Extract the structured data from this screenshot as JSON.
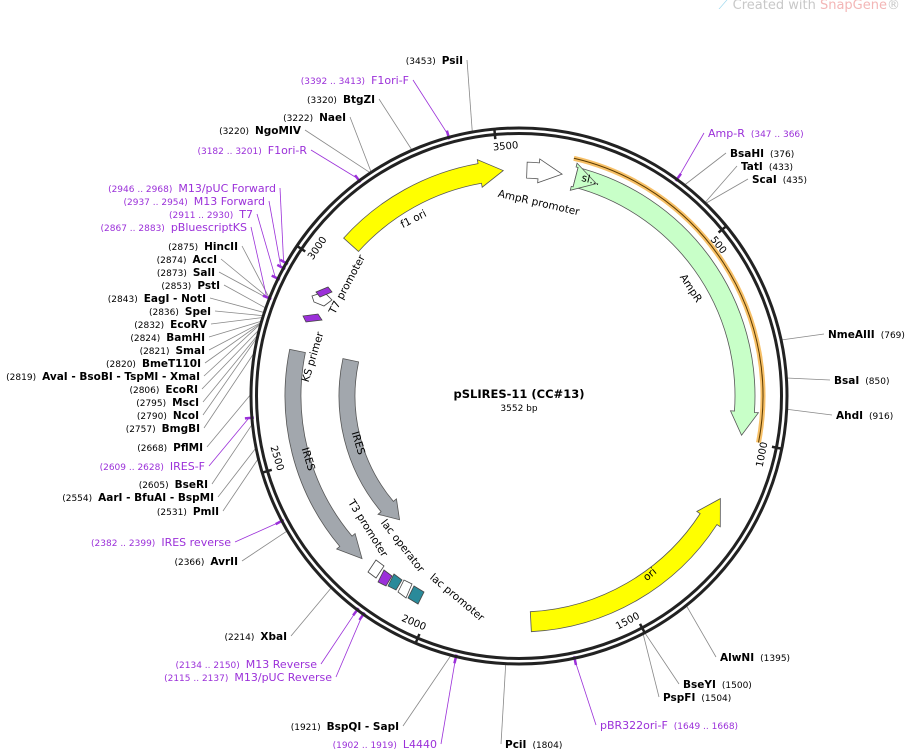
{
  "watermark": {
    "prefix": "Created with ",
    "brand": "SnapGene",
    "suffix": "®"
  },
  "plasmid": {
    "name": "pSLIRES-11 (CC#13)",
    "size_label": "3552 bp",
    "length": 3552
  },
  "ticks": [
    500,
    1000,
    1500,
    2000,
    2500,
    3000,
    3500
  ],
  "colors": {
    "site": "#000000",
    "primer": "#9b30d9",
    "line": "#888888",
    "yellow": "#ffff00",
    "green": "#c8ffc8",
    "gray": "#a2a7ad",
    "teal": "#2a8a9a",
    "orange": "#f5b041"
  },
  "features": [
    {
      "label": "f1 ori",
      "type": "yellow"
    },
    {
      "label": "AmpR promoter",
      "type": "white"
    },
    {
      "label": "AmpR",
      "type": "green"
    },
    {
      "label": "sl...",
      "type": "green"
    },
    {
      "label": "ori",
      "type": "yellow"
    },
    {
      "label": "IRES",
      "type": "gray"
    },
    {
      "label": "IRES",
      "type": "gray"
    },
    {
      "label": "T3 promoter",
      "type": "white"
    },
    {
      "label": "lac operator",
      "type": "white"
    },
    {
      "label": "lac promoter",
      "type": "teal"
    },
    {
      "label": "KS primer",
      "type": "primer"
    },
    {
      "label": "T7 promoter",
      "type": "white"
    }
  ],
  "sites": [
    {
      "name": "Amp-R",
      "pos": "(347 .. 366)",
      "bp": 356,
      "kind": "primer"
    },
    {
      "name": "BsaHI",
      "pos": "(376)",
      "bp": 376,
      "kind": "site"
    },
    {
      "name": "TatI",
      "pos": "(433)",
      "bp": 433,
      "kind": "site"
    },
    {
      "name": "ScaI",
      "pos": "(435)",
      "bp": 435,
      "kind": "site"
    },
    {
      "name": "NmeAIII",
      "pos": "(769)",
      "bp": 769,
      "kind": "site"
    },
    {
      "name": "BsaI",
      "pos": "(850)",
      "bp": 850,
      "kind": "site"
    },
    {
      "name": "AhdI",
      "pos": "(916)",
      "bp": 916,
      "kind": "site"
    },
    {
      "name": "AlwNI",
      "pos": "(1395)",
      "bp": 1395,
      "kind": "site"
    },
    {
      "name": "BseYI",
      "pos": "(1500)",
      "bp": 1500,
      "kind": "site"
    },
    {
      "name": "PspFI",
      "pos": "(1504)",
      "bp": 1504,
      "kind": "site"
    },
    {
      "name": "pBR322ori-F",
      "pos": "(1649 .. 1668)",
      "bp": 1658,
      "kind": "primer"
    },
    {
      "name": "PciI",
      "pos": "(1804)",
      "bp": 1804,
      "kind": "site"
    },
    {
      "name": "BspQI  - SapI",
      "pos": "(1921)",
      "bp": 1921,
      "kind": "site"
    },
    {
      "name": "L4440",
      "pos": "(1902 .. 1919)",
      "bp": 1910,
      "kind": "primer"
    },
    {
      "name": "M13 Reverse",
      "pos": "(2134 .. 2150)",
      "bp": 2142,
      "kind": "primer"
    },
    {
      "name": "M13/pUC Reverse",
      "pos": "(2115 .. 2137)",
      "bp": 2126,
      "kind": "primer"
    },
    {
      "name": "XbaI",
      "pos": "(2214)",
      "bp": 2214,
      "kind": "site"
    },
    {
      "name": "AvrII",
      "pos": "(2366)",
      "bp": 2366,
      "kind": "site"
    },
    {
      "name": "IRES reverse",
      "pos": "(2382 .. 2399)",
      "bp": 2390,
      "kind": "primer"
    },
    {
      "name": "PmlI",
      "pos": "(2531)",
      "bp": 2531,
      "kind": "site"
    },
    {
      "name": "AarI  - BfuAI  - BspMI",
      "pos": "(2554)",
      "bp": 2554,
      "kind": "site"
    },
    {
      "name": "BseRI",
      "pos": "(2605)",
      "bp": 2605,
      "kind": "site"
    },
    {
      "name": "IRES-F",
      "pos": "(2609 .. 2628)",
      "bp": 2618,
      "kind": "primer"
    },
    {
      "name": "PflMI",
      "pos": "(2668)",
      "bp": 2668,
      "kind": "site"
    },
    {
      "name": "BmgBI",
      "pos": "(2757)",
      "bp": 2757,
      "kind": "site"
    },
    {
      "name": "NcoI",
      "pos": "(2790)",
      "bp": 2790,
      "kind": "site"
    },
    {
      "name": "MscI",
      "pos": "(2795)",
      "bp": 2795,
      "kind": "site"
    },
    {
      "name": "EcoRI",
      "pos": "(2806)",
      "bp": 2806,
      "kind": "site"
    },
    {
      "name": "AvaI  - BsoBI  - TspMI  - XmaI",
      "pos": "(2819)",
      "bp": 2819,
      "kind": "site"
    },
    {
      "name": "BmeT110I",
      "pos": "(2820)",
      "bp": 2820,
      "kind": "site"
    },
    {
      "name": "SmaI",
      "pos": "(2821)",
      "bp": 2821,
      "kind": "site"
    },
    {
      "name": "BamHI",
      "pos": "(2824)",
      "bp": 2824,
      "kind": "site"
    },
    {
      "name": "EcoRV",
      "pos": "(2832)",
      "bp": 2832,
      "kind": "site"
    },
    {
      "name": "SpeI",
      "pos": "(2836)",
      "bp": 2836,
      "kind": "site"
    },
    {
      "name": "EagI  - NotI",
      "pos": "(2843)",
      "bp": 2843,
      "kind": "site"
    },
    {
      "name": "PstI",
      "pos": "(2853)",
      "bp": 2853,
      "kind": "site"
    },
    {
      "name": "SalI",
      "pos": "(2873)",
      "bp": 2873,
      "kind": "site"
    },
    {
      "name": "AccI",
      "pos": "(2874)",
      "bp": 2874,
      "kind": "site"
    },
    {
      "name": "HincII",
      "pos": "(2875)",
      "bp": 2875,
      "kind": "site"
    },
    {
      "name": "pBluescriptKS",
      "pos": "(2867 .. 2883)",
      "bp": 2875,
      "kind": "primer"
    },
    {
      "name": "T7",
      "pos": "(2911 .. 2930)",
      "bp": 2920,
      "kind": "primer"
    },
    {
      "name": "M13 Forward",
      "pos": "(2937 .. 2954)",
      "bp": 2945,
      "kind": "primer"
    },
    {
      "name": "M13/pUC Forward",
      "pos": "(2946 .. 2968)",
      "bp": 2957,
      "kind": "primer"
    },
    {
      "name": "F1ori-R",
      "pos": "(3182 .. 3201)",
      "bp": 3191,
      "kind": "primer"
    },
    {
      "name": "NgoMIV",
      "pos": "(3220)",
      "bp": 3220,
      "kind": "site"
    },
    {
      "name": "NaeI",
      "pos": "(3222)",
      "bp": 3222,
      "kind": "site"
    },
    {
      "name": "BtgZI",
      "pos": "(3320)",
      "bp": 3320,
      "kind": "site"
    },
    {
      "name": "F1ori-F",
      "pos": "(3392 .. 3413)",
      "bp": 3402,
      "kind": "primer"
    },
    {
      "name": "PsiI",
      "pos": "(3453)",
      "bp": 3453,
      "kind": "site"
    }
  ]
}
